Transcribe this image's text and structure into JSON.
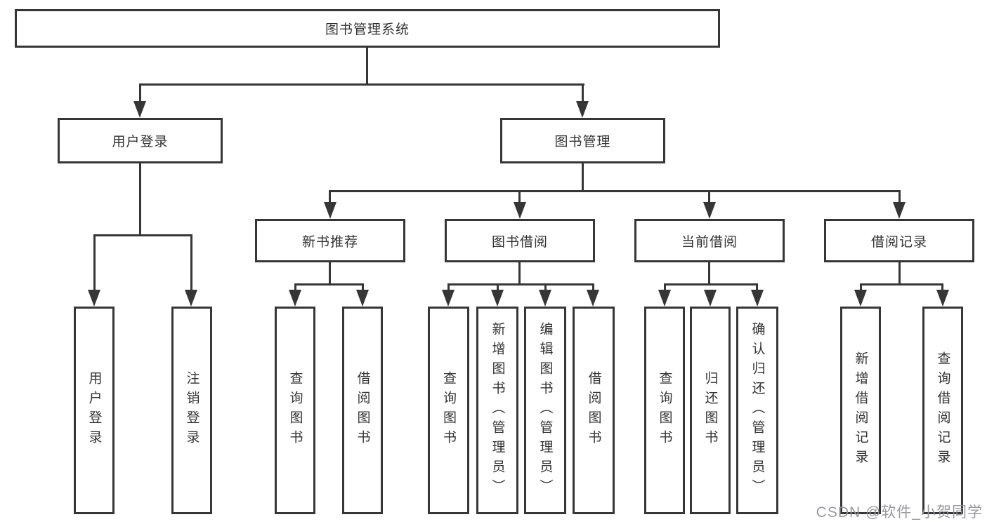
{
  "tree": {
    "root": {
      "label": "图书管理系统"
    },
    "branches": [
      {
        "label": "用户登录",
        "children": [
          {
            "label": "用户登录"
          },
          {
            "label": "注销登录"
          }
        ]
      },
      {
        "label": "图书管理",
        "children": [
          {
            "label": "新书推荐",
            "children": [
              {
                "label": "查询图书"
              },
              {
                "label": "借阅图书"
              }
            ]
          },
          {
            "label": "图书借阅",
            "children": [
              {
                "label": "查询图书"
              },
              {
                "label": "新增图书（管理员）"
              },
              {
                "label": "编辑图书（管理员）"
              },
              {
                "label": "借阅图书"
              }
            ]
          },
          {
            "label": "当前借阅",
            "children": [
              {
                "label": "查询图书"
              },
              {
                "label": "归还图书"
              },
              {
                "label": "确认归还（管理员）"
              }
            ]
          },
          {
            "label": "借阅记录",
            "children": [
              {
                "label": "新增借阅记录"
              },
              {
                "label": "查询借阅记录"
              }
            ]
          }
        ]
      }
    ]
  },
  "watermark": "CSDN @软件_小贺同学",
  "colors": {
    "line": "#363636",
    "text": "#333333",
    "background": "#ffffff",
    "watermark": "#94949b"
  }
}
